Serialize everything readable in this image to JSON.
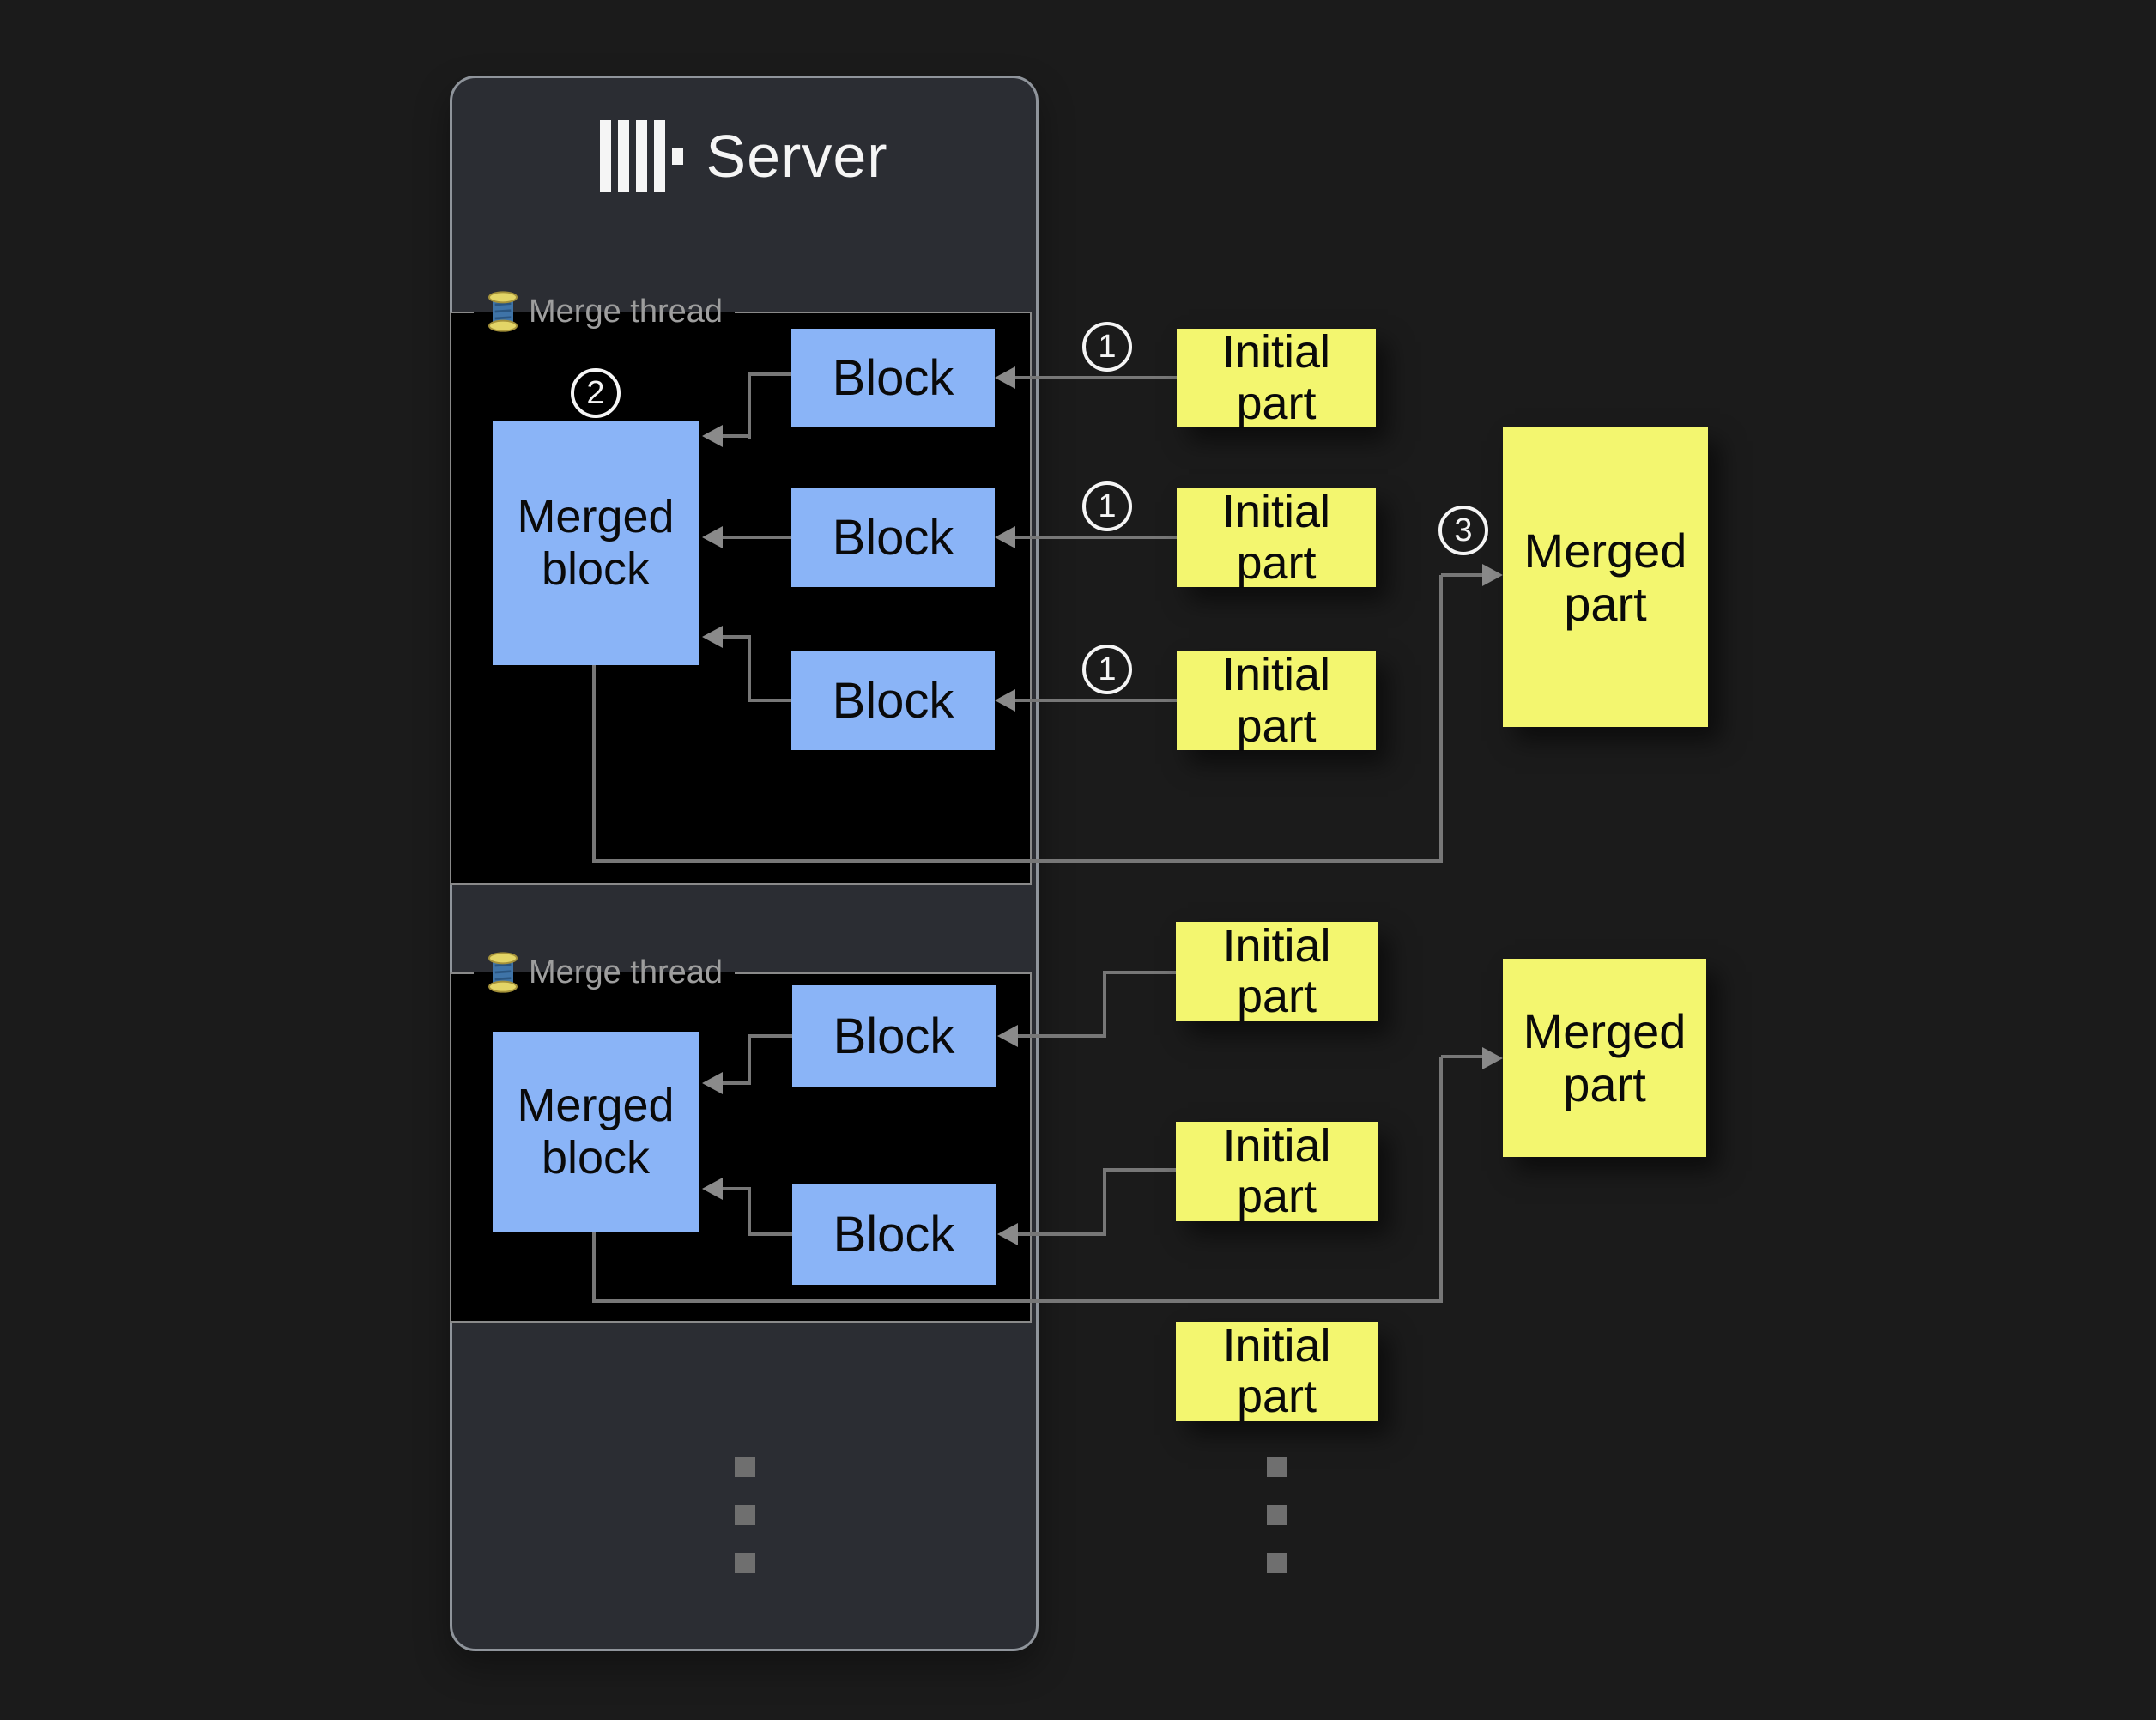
{
  "colors": {
    "page_bg": "#1b1b1b",
    "panel_bg": "#2b2d33",
    "panel_border": "#8f949b",
    "section_bg": "#000000",
    "section_border": "#8a8a8a",
    "block_blue": "#8ab4f7",
    "note_yellow": "#f3f66f",
    "line_gray": "#777777",
    "arrow_gray": "#8a8a8a",
    "label_gray": "#9e9e9e",
    "title_white": "#f5f5f5",
    "dot_gray": "#6f6f6f"
  },
  "server": {
    "title": "Server"
  },
  "sections": [
    {
      "label": "Merge thread"
    },
    {
      "label": "Merge thread"
    }
  ],
  "labels": {
    "block": "Block",
    "merged_block": "Merged block",
    "initial_part": "Initial part",
    "merged_part": "Merged part"
  },
  "steps": {
    "one": "1",
    "two": "2",
    "three": "3"
  }
}
